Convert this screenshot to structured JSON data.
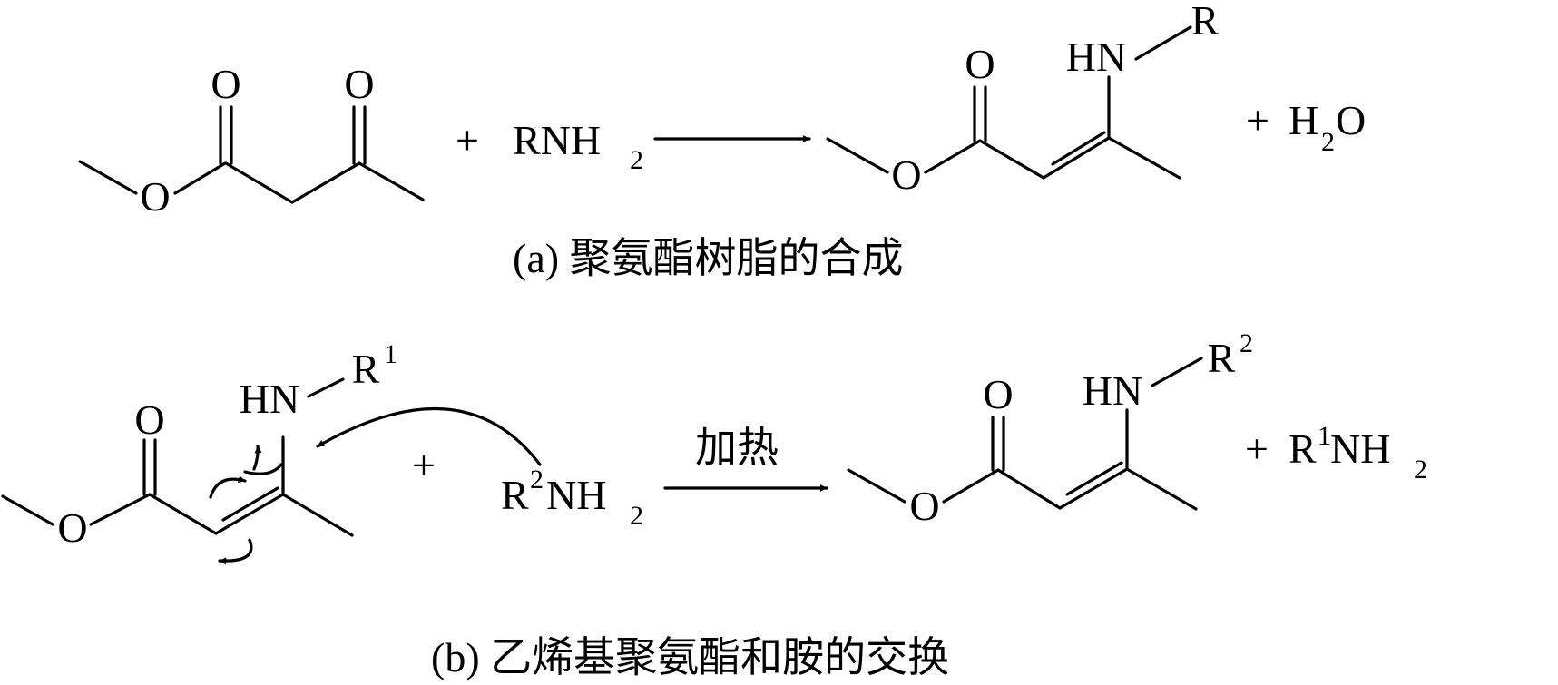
{
  "reaction_a": {
    "reactant_atoms": {
      "ester_carbonyl_o": "O",
      "ketone_o": "O",
      "ester_o": "O"
    },
    "plus": "+",
    "amine": {
      "main": "RNH",
      "sub": "2"
    },
    "product_atoms": {
      "carbonyl_o": "O",
      "ester_o": "O",
      "hn": "HN",
      "r": "R"
    },
    "byproduct": {
      "plus": "+",
      "h": "H",
      "sub": "2",
      "o": "O"
    },
    "caption": "(a) 聚氨酯树脂的合成"
  },
  "reaction_b": {
    "reactant_atoms": {
      "carbonyl_o": "O",
      "ester_o": "O",
      "hn": "HN",
      "r": "R",
      "r_sup": "1"
    },
    "plus": "+",
    "amine": {
      "r": "R",
      "sup": "2",
      "nh": "NH",
      "sub": "2"
    },
    "condition": "加热",
    "product_atoms": {
      "carbonyl_o": "O",
      "ester_o": "O",
      "hn": "HN",
      "r": "R",
      "r_sup": "2"
    },
    "byproduct": {
      "plus": "+",
      "r": "R",
      "sup": "1",
      "nh": "NH",
      "sub": "2"
    },
    "caption": "(b) 乙烯基聚氨酯和胺的交换"
  }
}
